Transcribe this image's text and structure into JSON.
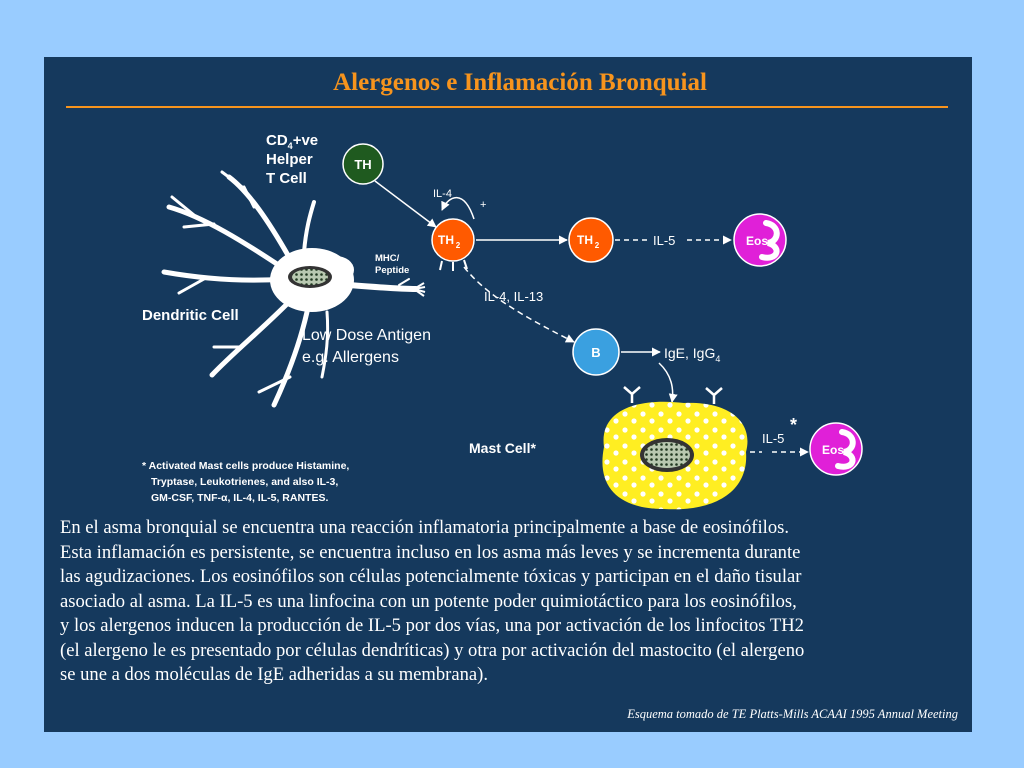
{
  "slide": {
    "title": "Alergenos e Inflamación Bronquial",
    "colors": {
      "background": "#99ccff",
      "panel": "#15395d",
      "accent": "#f7941d",
      "th_cell": "#1f5a1f",
      "th2_cell": "#ff5a00",
      "b_cell": "#3aa0e0",
      "eos_cell": "#e020d8",
      "mast_cell": "#ffee22"
    },
    "diagram": {
      "helper_label": {
        "line1_prefix": "CD",
        "line1_sub": "4",
        "line1_suffix": "+ve",
        "line2": "Helper",
        "line3": "T Cell"
      },
      "th_cell": "TH",
      "il4_loop": "IL-4",
      "th2_cell_left": {
        "main": "TH",
        "sub": "2"
      },
      "th2_cell_right": {
        "main": "TH",
        "sub": "2"
      },
      "il5_top": "IL-5",
      "eos_top": "Eos",
      "mhc_label": {
        "line1": "MHC/",
        "line2": "Peptide"
      },
      "dendritic_label": "Dendritic Cell",
      "antigen_label": {
        "line1": "Low Dose Antigen",
        "line2": "e.g. Allergens"
      },
      "il4_il13": "IL-4, IL-13",
      "b_cell": "B",
      "ige_label": {
        "main": "IgE, IgG",
        "sub": "4"
      },
      "mast_label": "Mast Cell*",
      "il5_bottom": "IL-5",
      "star": "*",
      "eos_bottom": "Eos",
      "footnote": {
        "line1": "*  Activated Mast cells produce Histamine,",
        "line2": "Tryptase, Leukotrienes, and also IL-3,",
        "line3": "GM-CSF, TNF-α, IL-4, IL-5, RANTES."
      }
    },
    "body_lines": [
      "En el asma bronquial se encuentra una reacción inflamatoria principalmente a base de eosinófilos.",
      "Esta inflamación es persistente, se encuentra incluso en los asma más leves y se incrementa durante",
      "las agudizaciones. Los eosinófilos son células potencialmente tóxicas y participan en el daño tisular",
      "asociado al asma. La IL-5 es una linfocina con un potente poder quimiotáctico para los eosinófilos,",
      "y los alergenos inducen la producción de IL-5 por dos vías, una por activación de los linfocitos TH2",
      "(el alergeno le es presentado por células dendríticas) y otra por activación del mastocito (el alergeno",
      "se une a dos moléculas de IgE adheridas a su membrana)."
    ],
    "credit": "Esquema tomado de TE Platts-Mills ACAAI 1995 Annual Meeting"
  }
}
